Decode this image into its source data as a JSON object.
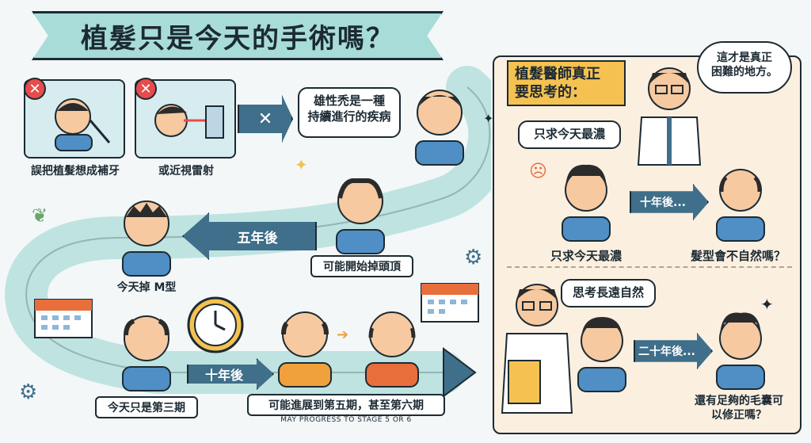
{
  "title": "植髮只是今天的手術嗎？",
  "mistakes": [
    {
      "label": "誤把植髮想成補牙"
    },
    {
      "label": "或近視雷射"
    }
  ],
  "callout_disease": "雄性禿是一種\n持續進行的疾病",
  "timeline": {
    "stage_top": "可能開始掉頭頂",
    "five_years": "五年後",
    "stage_m": "今天掉 M型",
    "stage_three": "今天只是第三期",
    "ten_years": "十年後",
    "stage_five_six": "可能進展到第五期，甚至第六期",
    "stage_five_six_en": "MAY PROGRESS TO STAGE 5 OR 6"
  },
  "right": {
    "header": "植髮醫師真正\n要思考的：",
    "doctor_bubble": "這才是真正\n困難的地方。",
    "short_term_bubble": "只求今天最濃",
    "short_term_label": "只求今天最濃",
    "ten_years_label": "十年後...",
    "unnatural_label": "髮型會不自然嗎？",
    "long_term_bubble": "思考長遠自然",
    "twenty_years_label": "二十年後...",
    "enough_follicles_label": "還有足夠的毛囊可\n以修正嗎？"
  },
  "colors": {
    "accent_teal": "#a8dcd8",
    "arrow_dark": "#3f6f8a",
    "panel_bg": "#fbefe0",
    "header_yellow": "#f5c150",
    "shirt_blue": "#4f8fc6",
    "shirt_orange": "#f0a13c",
    "shirt_red": "#e86e3c"
  }
}
